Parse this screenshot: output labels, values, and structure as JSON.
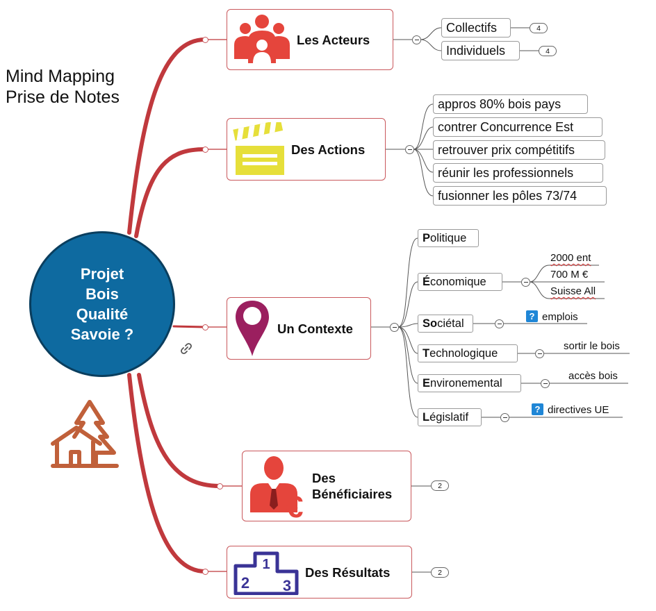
{
  "title": {
    "line1": "Mind Mapping",
    "line2": "Prise de Notes"
  },
  "center": {
    "label": "Projet\nBois\nQualité\nSavoie ?"
  },
  "colors": {
    "center_fill": "#0e6aa0",
    "branch": "#c0393d",
    "icon_red": "#e5453c",
    "icon_yellow": "#e6df3a",
    "icon_purple": "#9b1f5f",
    "icon_navy": "#3a3396",
    "house_orange": "#c0603a"
  },
  "branches": {
    "acteurs": {
      "label": "Les Acteurs",
      "icon": "group-people-icon",
      "children": [
        {
          "label": "Collectifs",
          "count": "4"
        },
        {
          "label": "Individuels",
          "count": "4"
        }
      ]
    },
    "actions": {
      "label": "Des Actions",
      "icon": "clapperboard-icon",
      "children": [
        "appros 80% bois pays",
        "contrer Concurrence Est",
        "retrouver prix compétitifs",
        "réunir les professionnels",
        "fusionner les pôles 73/74"
      ]
    },
    "contexte": {
      "label": "Un Contexte",
      "icon": "map-pin-icon",
      "categories": [
        {
          "first": "P",
          "rest": "olitique"
        },
        {
          "first": "É",
          "rest": "conomique",
          "notes": [
            "2000 ent",
            "700 M €",
            "Suisse All"
          ]
        },
        {
          "first": "So",
          "rest": "ciétal",
          "note": "emplois"
        },
        {
          "first": "T",
          "rest": "echnologique",
          "note": "sortir le bois"
        },
        {
          "first": "E",
          "rest": "nvironemental",
          "note": "accès bois"
        },
        {
          "first": "L",
          "rest": "égislatif",
          "note": "directives UE"
        }
      ]
    },
    "beneficiaires": {
      "label": "Des\nBénéficiaires",
      "icon": "businessman-euro-icon",
      "count": "2",
      "euro": "€"
    },
    "resultats": {
      "label": "Des Résultats",
      "icon": "podium-icon",
      "count": "2",
      "podium": [
        "1",
        "2",
        "3"
      ]
    }
  },
  "icons": {
    "question": "?",
    "link": "link-icon",
    "house": "house-tree-icon"
  }
}
